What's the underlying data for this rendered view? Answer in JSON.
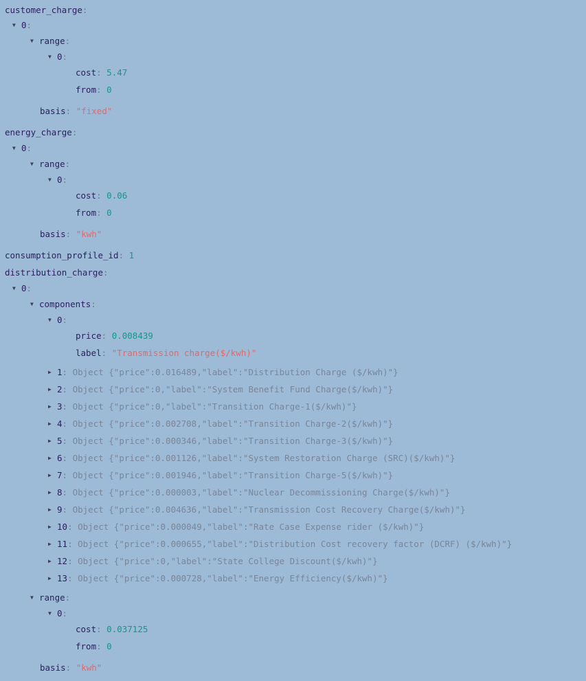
{
  "icons": {
    "expanded": "triangle-down-icon",
    "collapsed": "triangle-right-icon"
  },
  "glyphs": {
    "expanded": "▼",
    "collapsed": "▶",
    "colon": ":"
  },
  "colors": {
    "background": "#9dbad6",
    "key": "#2a1f5e",
    "number": "#17958a",
    "string": "#e06a6a",
    "object_preview": "#7a8698"
  },
  "customer_charge": {
    "key": "customer_charge",
    "item0": {
      "index": "0",
      "range": {
        "key": "range",
        "item0": {
          "index": "0",
          "cost_key": "cost",
          "cost_value": "5.47",
          "from_key": "from",
          "from_value": "0"
        }
      },
      "basis_key": "basis",
      "basis_value": "\"fixed\""
    }
  },
  "energy_charge": {
    "key": "energy_charge",
    "item0": {
      "index": "0",
      "range": {
        "key": "range",
        "item0": {
          "index": "0",
          "cost_key": "cost",
          "cost_value": "0.06",
          "from_key": "from",
          "from_value": "0"
        }
      },
      "basis_key": "basis",
      "basis_value": "\"kwh\""
    }
  },
  "consumption_profile_id": {
    "key": "consumption_profile_id",
    "value": "1"
  },
  "distribution_charge": {
    "key": "distribution_charge",
    "item0": {
      "index": "0",
      "components": {
        "key": "components",
        "item0": {
          "index": "0",
          "price_key": "price",
          "price_value": "0.008439",
          "label_key": "label",
          "label_value": "\"Transmission charge($/kwh)\""
        },
        "collapsed": [
          {
            "index": "1",
            "preview": "Object {\"price\":0.016489,\"label\":\"Distribution Charge ($/kwh)\"}"
          },
          {
            "index": "2",
            "preview": "Object {\"price\":0,\"label\":\"System Benefit Fund Charge($/kwh)\"}"
          },
          {
            "index": "3",
            "preview": "Object {\"price\":0,\"label\":\"Transition Charge-1($/kwh)\"}"
          },
          {
            "index": "4",
            "preview": "Object {\"price\":0.002708,\"label\":\"Transition Charge-2($/kwh)\"}"
          },
          {
            "index": "5",
            "preview": "Object {\"price\":0.000346,\"label\":\"Transition Charge-3($/kwh)\"}"
          },
          {
            "index": "6",
            "preview": "Object {\"price\":0.001126,\"label\":\"System Restoration Charge (SRC)($/kwh)\"}"
          },
          {
            "index": "7",
            "preview": "Object {\"price\":0.001946,\"label\":\"Transition Charge-5($/kwh)\"}"
          },
          {
            "index": "8",
            "preview": "Object {\"price\":0.000003,\"label\":\"Nuclear Decommissioning Charge($/kwh)\"}"
          },
          {
            "index": "9",
            "preview": "Object {\"price\":0.004636,\"label\":\"Transmission Cost Recovery Charge($/kwh)\"}"
          },
          {
            "index": "10",
            "preview": "Object {\"price\":0.000049,\"label\":\"Rate Case Expense rider ($/kwh)\"}"
          },
          {
            "index": "11",
            "preview": "Object {\"price\":0.000655,\"label\":\"Distribution Cost recovery factor (DCRF) ($/kwh)\"}"
          },
          {
            "index": "12",
            "preview": "Object {\"price\":0,\"label\":\"State College Discount($/kwh)\"}"
          },
          {
            "index": "13",
            "preview": "Object {\"price\":0.000728,\"label\":\"Energy Efficiency($/kwh)\"}"
          }
        ]
      },
      "range": {
        "key": "range",
        "item0": {
          "index": "0",
          "cost_key": "cost",
          "cost_value": "0.037125",
          "from_key": "from",
          "from_value": "0"
        }
      },
      "basis_key": "basis",
      "basis_value": "\"kwh\""
    }
  }
}
